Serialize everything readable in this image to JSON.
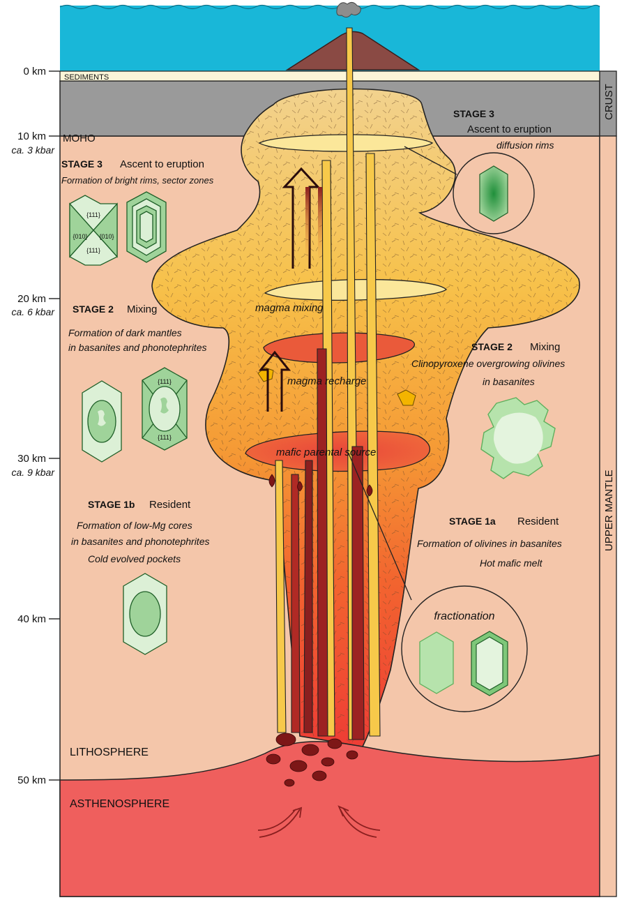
{
  "depth_axis": [
    {
      "label": "0 km",
      "pressure": ""
    },
    {
      "label": "10 km",
      "pressure": "ca. 3 kbar"
    },
    {
      "label": "20 km",
      "pressure": "ca. 6 kbar"
    },
    {
      "label": "30 km",
      "pressure": "ca. 9 kbar"
    },
    {
      "label": "40 km",
      "pressure": ""
    },
    {
      "label": "50 km",
      "pressure": ""
    }
  ],
  "layers": {
    "sediments": "SEDIMENTS",
    "moho": "MOHO",
    "lithosphere": "LITHOSPHERE",
    "asthenosphere": "ASTHENOSPHERE",
    "crust": "CRUST",
    "upper_mantle": "UPPER MANTLE"
  },
  "system_labels": {
    "magma_mixing": "magma mixing",
    "magma_recharge": "magma recharge",
    "mafic_parental_source": "mafic parental source",
    "fractionation": "fractionation"
  },
  "stages": {
    "stage3_left": {
      "tag": "STAGE 3",
      "name": "Ascent to eruption",
      "desc": "Formation of bright rims, sector zones"
    },
    "stage3_right": {
      "tag": "STAGE 3",
      "name": "Ascent to eruption",
      "desc": "diffusion rims"
    },
    "stage2_left": {
      "tag": "STAGE 2",
      "name": "Mixing",
      "desc1": "Formation of dark mantles",
      "desc2": "in basanites and phonotephrites"
    },
    "stage2_right": {
      "tag": "STAGE 2",
      "name": "Mixing",
      "desc1": "Clinopyroxene overgrowing olivines",
      "desc2": "in basanites"
    },
    "stage1b": {
      "tag": "STAGE 1b",
      "name": "Resident",
      "desc1": "Formation of low-Mg cores",
      "desc2": "in basanites and phonotephrites",
      "desc3": "Cold evolved pockets"
    },
    "stage1a": {
      "tag": "STAGE 1a",
      "name": "Resident",
      "desc1": "Formation of  olivines in basanites",
      "desc2": "Hot mafic melt"
    }
  },
  "crystal_faces": {
    "top": "{111}",
    "bottom": "{111}",
    "left": "{010}",
    "right": "{010}"
  },
  "colors": {
    "ocean": "#19b7d8",
    "crust": "#9a9a9a",
    "mantle": "#f4c6aa",
    "asthenosphere": "#ef5f5d",
    "sediments": "#fbf5d8",
    "volcano": "#8a4a44",
    "crystal_light": "#dcf0d6",
    "crystal_mid": "#9fd39a",
    "crystal_dark": "#5eaf5c"
  }
}
